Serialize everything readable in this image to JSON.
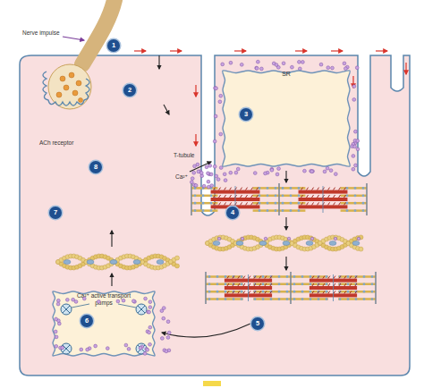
{
  "diagram": {
    "nodes": [
      {
        "text": [
          "SR"
        ]
      },
      {
        "text": [
          "Ca²⁺ active transport pumps"
        ]
      }
    ],
    "labels": [
      "1",
      "Nerve impulse",
      "2",
      "ACh receptor",
      "3",
      "T-tubule",
      "Ca²⁺",
      "8",
      "7",
      "4",
      "5",
      "6"
    ]
  }
}
